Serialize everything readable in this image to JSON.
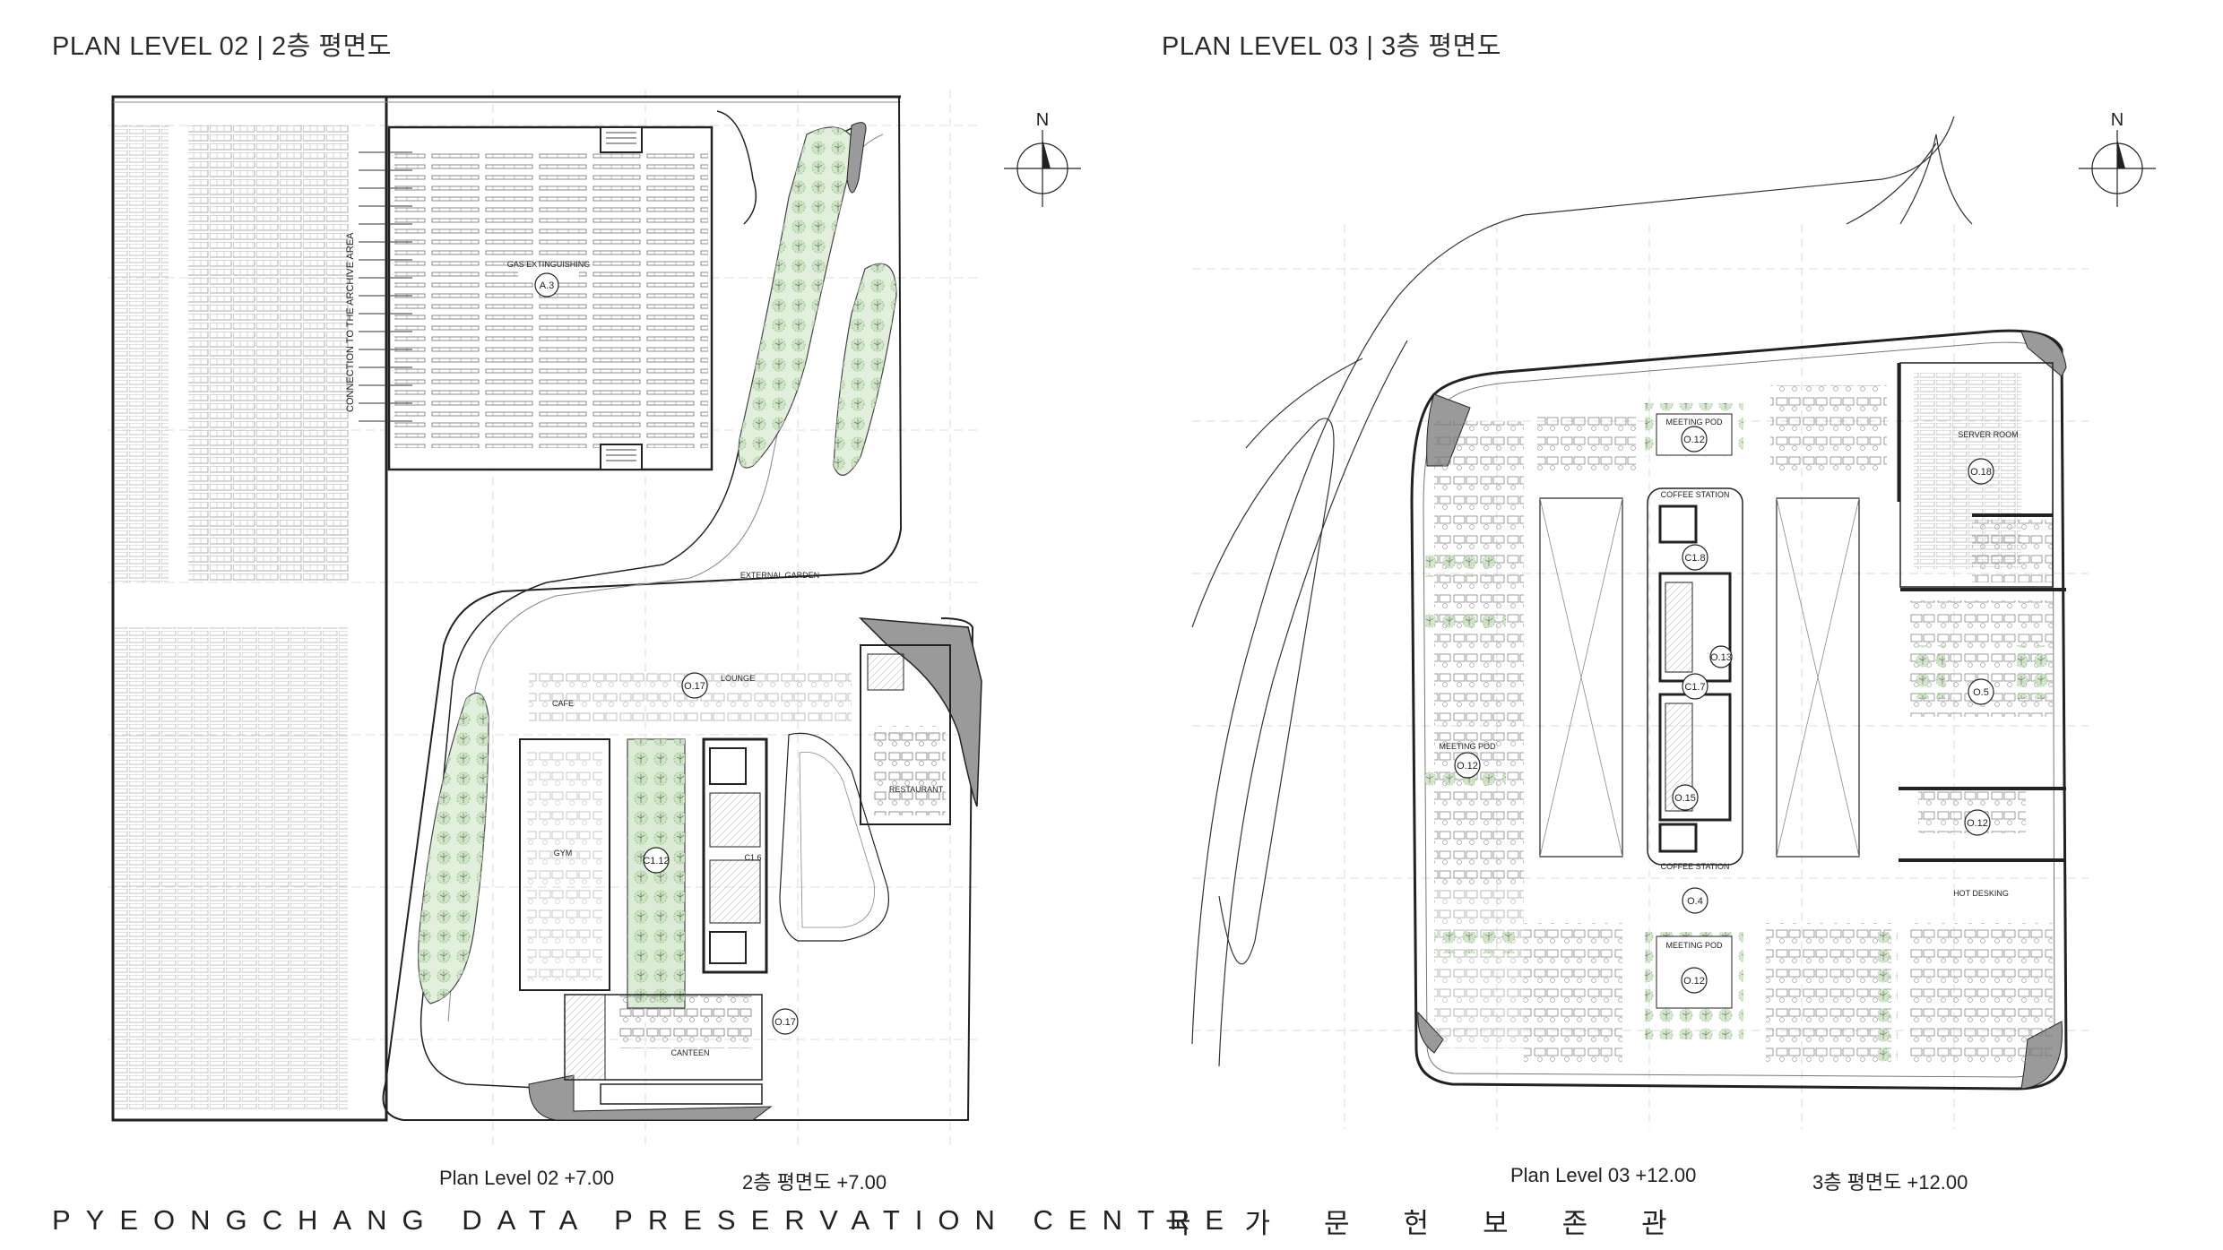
{
  "left_plan": {
    "heading": "PLAN LEVEL 02 | 2층 평면도",
    "caption_en": "Plan Level 02  +7.00",
    "caption_ko": "2층 평면도 +7.00",
    "north_label": "N",
    "connection_label": "CONNECTION TO THE ARCHIVE AREA",
    "rooms": {
      "gas": "GAS EXTINGUISHING",
      "garden": "EXTERNAL GARDEN",
      "lounge": "LOUNGE",
      "cafe": "CAFE",
      "restaurant": "RESTAURANT",
      "gym": "GYM",
      "canteen": "CANTEEN"
    },
    "tags": {
      "a3": "A.3",
      "o17a": "O.17",
      "o17b": "O.17",
      "c112": "C1.12",
      "c16": "C1.6"
    }
  },
  "right_plan": {
    "heading": "PLAN LEVEL 03 | 3층 평면도",
    "caption_en": "Plan Level 03  +12.00",
    "caption_ko": "3층 평면도 +12.00",
    "north_label": "N",
    "rooms": {
      "meeting_pod_top": "MEETING POD",
      "meeting_pod_left": "MEETING POD",
      "meeting_pod_bottom": "MEETING POD",
      "coffee_top": "COFFEE STATION",
      "coffee_bottom": "COFFEE STATION",
      "server": "SERVER ROOM",
      "hot_desking": "HOT DESKING"
    },
    "tags": {
      "o12_top": "O.12",
      "o12_left": "O.12",
      "o12_bottom": "O.12",
      "o12_right": "O.12",
      "o18": "O.18",
      "o5": "O.5",
      "o4": "O.4",
      "o15": "O.15",
      "c18": "C1.8",
      "c17": "C1.7",
      "o13": "O.13"
    }
  },
  "footer": {
    "en": "PYEONGCHANG DATA PRESERVATION CENTRE",
    "ko": "국가문헌보존관"
  },
  "colors": {
    "line": "#222222",
    "grid": "#d8d8d8",
    "wall_fill": "#9a9a9a",
    "garden_fill": "#dcebd6",
    "tree": "#7cb96a"
  }
}
